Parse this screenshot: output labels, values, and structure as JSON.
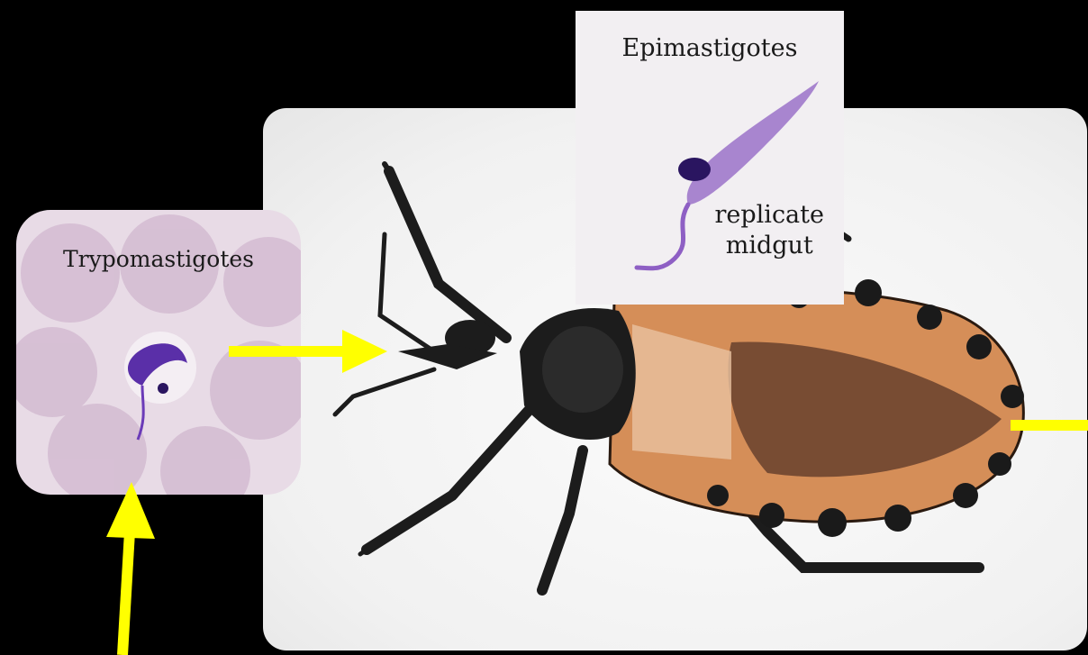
{
  "labels": {
    "trypomastigotes": "Trypomastigotes",
    "epimastigotes": "Epimastigotes",
    "epi_note_line1": "replicate",
    "epi_note_line2": "midgut"
  },
  "colors": {
    "background": "#000000",
    "arrow": "#ffff00",
    "parasite": "#6b2fb0",
    "bug_body": "#1c1c1c",
    "bug_wing": "#d9955e"
  },
  "icons": [
    "arrow-right-icon",
    "arrow-up-icon"
  ]
}
